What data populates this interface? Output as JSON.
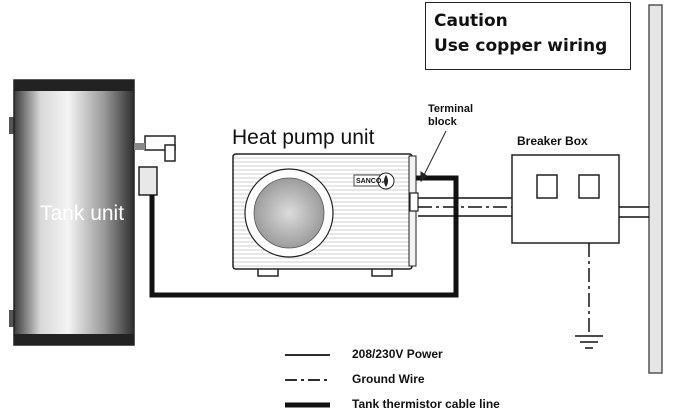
{
  "caution": {
    "title": "Caution",
    "text": "Use copper wiring"
  },
  "labels": {
    "tank_unit": "Tank unit",
    "heat_pump_unit": "Heat pump unit",
    "brand": "SANCO₂",
    "terminal_block": "Terminal\nblock",
    "breaker_box": "Breaker Box"
  },
  "legend": [
    {
      "label": "208/230V Power",
      "line_style": "solid-thin"
    },
    {
      "label": "Ground Wire",
      "line_style": "dash-dot"
    },
    {
      "label": "Tank thermistor cable line",
      "line_style": "solid-thick"
    }
  ]
}
